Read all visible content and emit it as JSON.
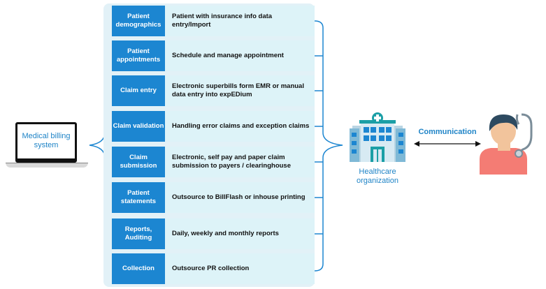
{
  "system": {
    "label": "Medical billing system"
  },
  "rows": [
    {
      "category": "Patient demographics",
      "description": "Patient with insurance info data entry/Import"
    },
    {
      "category": "Patient appointments",
      "description": "Schedule and manage appointment"
    },
    {
      "category": "Claim entry",
      "description": "Electronic superbills form EMR or manual data entry into expEDium"
    },
    {
      "category": "Claim validation",
      "description": "Handling error claims and exception claims"
    },
    {
      "category": "Claim submission",
      "description": "Electronic, self pay and paper claim submission to payers / clearinghouse"
    },
    {
      "category": "Patient statements",
      "description": "Outsource to BillFlash or inhouse printing"
    },
    {
      "category": "Reports, Auditing",
      "description": "Daily, weekly and monthly reports"
    },
    {
      "category": "Collection",
      "description": "Outsource PR collection"
    }
  ],
  "organization": {
    "label": "Healthcare organization"
  },
  "communication": {
    "label": "Communication"
  },
  "colors": {
    "accent": "#1c86d1",
    "panel": "#e2f1f7",
    "row_desc": "#ddf3f8"
  },
  "icons": {
    "system": "laptop-icon",
    "organization": "hospital-icon",
    "person": "doctor-icon"
  }
}
